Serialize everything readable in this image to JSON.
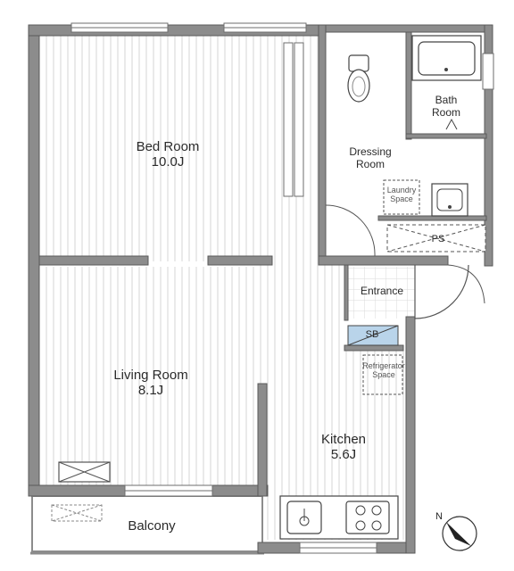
{
  "rooms": {
    "bed_room": {
      "name": "Bed Room",
      "size": "10.0J"
    },
    "living_room": {
      "name": "Living Room",
      "size": "8.1J"
    },
    "kitchen": {
      "name": "Kitchen",
      "size": "5.6J"
    },
    "dressing_room": {
      "name": "Dressing Room"
    },
    "bath_room": {
      "name": "Bath Room"
    },
    "entrance": {
      "name": "Entrance"
    },
    "balcony": {
      "name": "Balcony"
    }
  },
  "fixtures": {
    "laundry_space": "Laundry Space",
    "ps": "PS",
    "shoe_box": "SB",
    "refrigerator_space": "Refrigerator Space"
  },
  "colors": {
    "wall": "#8c8c8c",
    "wall_outline": "#5a5a5a",
    "floor_line": "#d4d4d4",
    "tile_line": "#d9d9d9",
    "shoe_box_fill": "#b9d4ea",
    "text": "#2a2a2a"
  },
  "icons": [
    "compass-icon",
    "toilet-icon",
    "bathtub-icon",
    "sink-icon",
    "stove-icon",
    "kitchen-sink-icon"
  ]
}
